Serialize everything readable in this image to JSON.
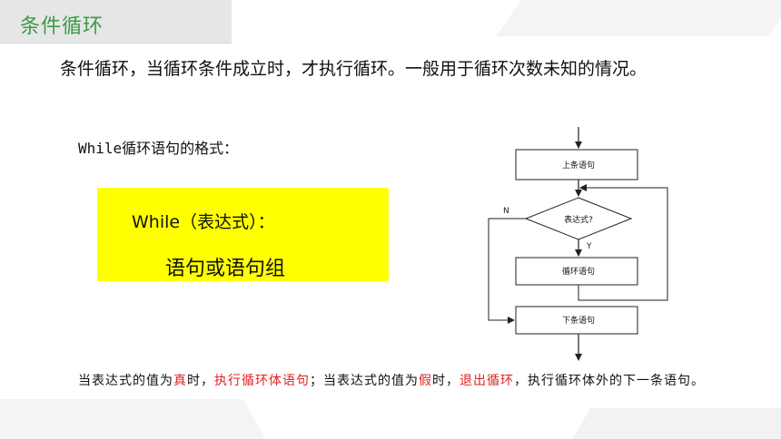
{
  "title": "条件循环",
  "intro_text": "条件循环，当循环条件成立时，才执行循环。一般用于循环次数未知的情况。",
  "syntax_intro": "While循环语句的格式：",
  "code": {
    "line1": "While（表达式）：",
    "line2": "语句或语句组"
  },
  "flowchart": {
    "top_box": "上条语句",
    "decision": "表达式?",
    "body_box": "循环语句",
    "bottom_box": "下条语句",
    "no_label": "N",
    "yes_label": "Y"
  },
  "note": {
    "p1": "当表达式的值为",
    "r1": "真",
    "p2": "时，",
    "r2": "执行循环体语句",
    "p3": "；当表达式的值为",
    "r3": "假",
    "p4": "时，",
    "r4": "退出循环",
    "p5": "，执行循环体外的下一条语句。"
  },
  "colors": {
    "title": "#3d9a48",
    "highlight_box": "#ffff00",
    "emphasis": "#e02020"
  }
}
